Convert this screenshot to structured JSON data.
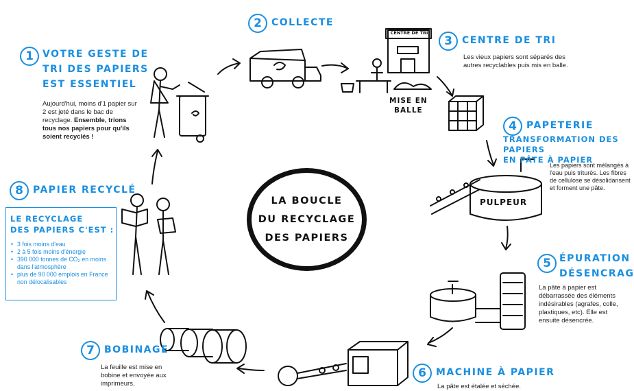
{
  "center": {
    "line1": "LA BOUCLE",
    "line2": "DU RECYCLAGE",
    "line3": "DES PAPIERS"
  },
  "steps": [
    {
      "num": "1",
      "title_lines": [
        "VOTRE GESTE DE",
        "TRI DES PAPIERS",
        "EST ESSENTIEL"
      ],
      "desc_plain": "Aujourd'hui, moins d'1 papier sur 2 est jeté dans le bac de recyclage.",
      "desc_bold": "Ensemble, trions tous nos papiers pour qu'ils soient recyclés !"
    },
    {
      "num": "2",
      "title_lines": [
        "COLLECTE"
      ]
    },
    {
      "num": "3",
      "title_lines": [
        "CENTRE DE TRI"
      ],
      "desc": "Les vieux papiers sont séparés des autres recyclables puis mis en balle."
    },
    {
      "num": "4",
      "title_lines": [
        "PAPETERIE"
      ],
      "subtitle_lines": [
        "TRANSFORMATION DES PAPIERS",
        "EN PÂTE À PAPIER"
      ],
      "desc": "Les papiers sont mélangés à l'eau puis triturés. Les fibres de cellulose se désolidarisent et forment une pâte."
    },
    {
      "num": "5",
      "title_lines": [
        "ÉPURATION -",
        "DÉSENCRAGE"
      ],
      "desc": "La pâte à papier est débarrassée des éléments indésirables (agrafes, colle, plastiques, etc). Elle est ensuite désencrée."
    },
    {
      "num": "6",
      "title_lines": [
        "MACHINE À PAPIER"
      ],
      "desc": "La pâte est étalée et séchée."
    },
    {
      "num": "7",
      "title_lines": [
        "BOBINAGE"
      ],
      "desc": "La feuille est mise en bobine et envoyée aux imprimeurs."
    },
    {
      "num": "8",
      "title_lines": [
        "PAPIER RECYCLÉ"
      ]
    }
  ],
  "labels": {
    "centre_de_tri_sign": "CENTRE DE TRI",
    "mise_en_balle": [
      "MISE EN",
      "BALLE"
    ],
    "pulpeur": "PULPEUR"
  },
  "info_box": {
    "title_lines": [
      "LE RECYCLAGE",
      "DES PAPIERS C'EST :"
    ],
    "items": [
      "3 fois moins d'eau",
      "2 à 5 fois moins d'énergie",
      "390 000 tonnes de CO₂ en moins dans l'atmosphère",
      "plus de 90 000 emplois en France non délocalisables"
    ]
  },
  "colors": {
    "accent": "#1a8fe0",
    "ink": "#111111"
  }
}
